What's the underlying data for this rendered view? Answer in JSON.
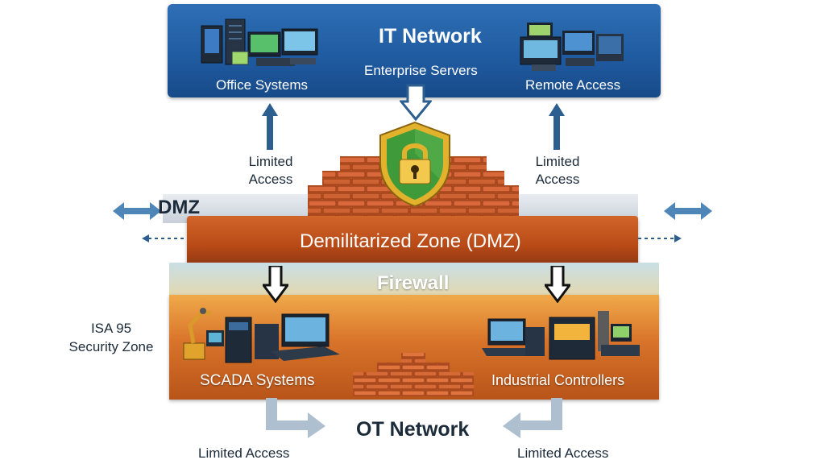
{
  "it_network": {
    "title": "IT Network",
    "center_label": "Enterprise Servers",
    "left_label": "Office Systems",
    "right_label": "Remote Access"
  },
  "access_labels": {
    "upper_left": [
      "Limited",
      "Access"
    ],
    "upper_right": [
      "Limited",
      "Access"
    ],
    "bottom_left": "Limited Access",
    "bottom_right": "Limited Access"
  },
  "dmz": {
    "side_label": "DMZ",
    "band_label": "Demilitarized Zone (DMZ)"
  },
  "firewall": {
    "label": "Firewall"
  },
  "ot_network": {
    "title": "OT Network",
    "left_label": "SCADA Systems",
    "right_label": "Industrial Controllers"
  },
  "side_zone": {
    "lines": [
      "ISA 95",
      "Security Zone"
    ]
  },
  "colors": {
    "it_blue": "#1f5aa0",
    "arrow_blue": "#2c5f8f",
    "dmz_orange": "#c4541f",
    "brick": "#c95a2b",
    "shield_green": "#3f9a3a",
    "ot_orange": "#d8732a"
  },
  "icons": [
    "server-rack-icon",
    "workstation-icon",
    "shield-lock-icon",
    "brick-wall-icon",
    "robot-arm-icon",
    "control-console-icon"
  ]
}
